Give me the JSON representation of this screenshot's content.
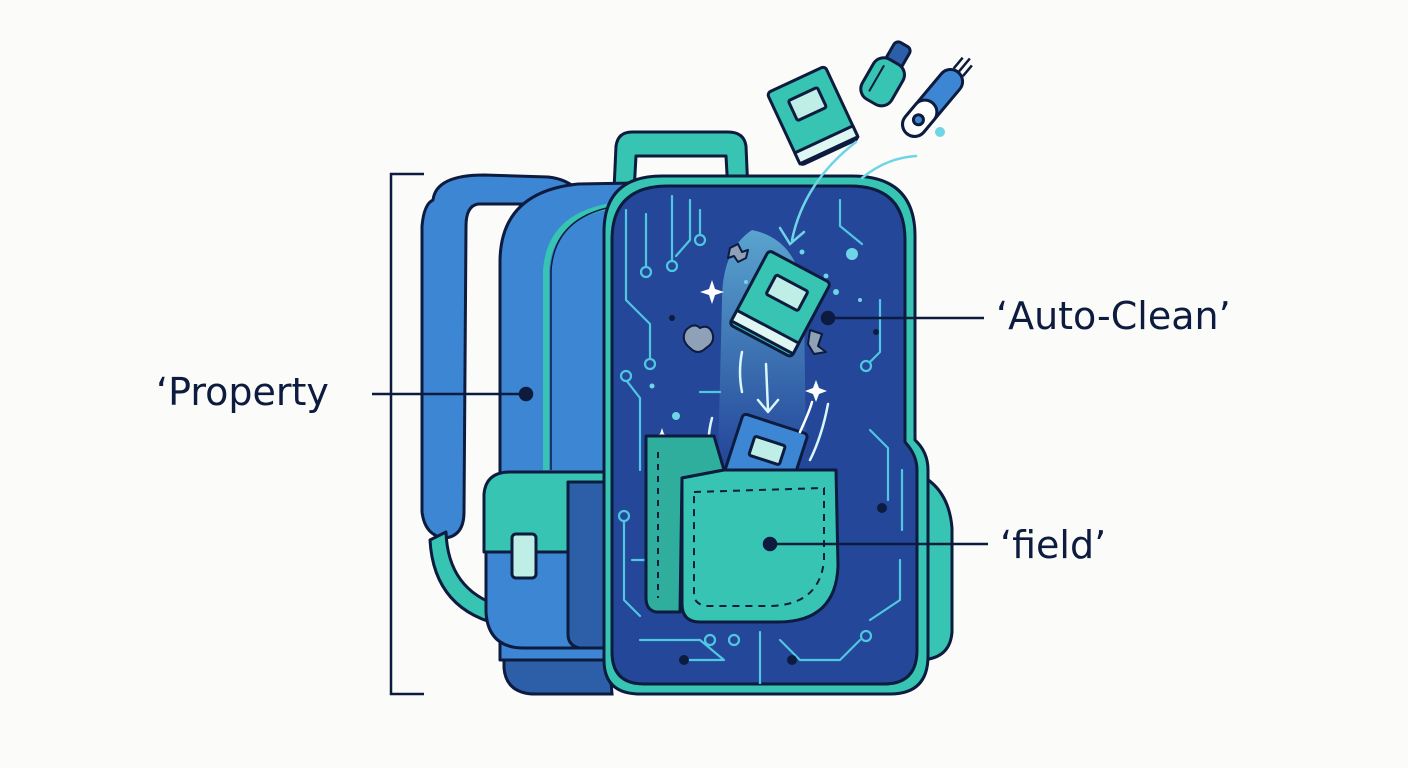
{
  "labels": {
    "property": "‘Property",
    "auto_clean": "‘Auto-Clean’",
    "field": "‘field’"
  },
  "colors": {
    "ink": "#0d1b3e",
    "blue": "#3d86d3",
    "blue_dark": "#2c5fa8",
    "navy": "#24479a",
    "teal": "#37c4b2",
    "aqua": "#6fd5e6",
    "background": "#fbfbfa"
  },
  "icons": [
    "book-icon",
    "shaker-icon",
    "pen-icon",
    "sparkle-icon",
    "dust-icon",
    "circuit-trace-icon"
  ]
}
